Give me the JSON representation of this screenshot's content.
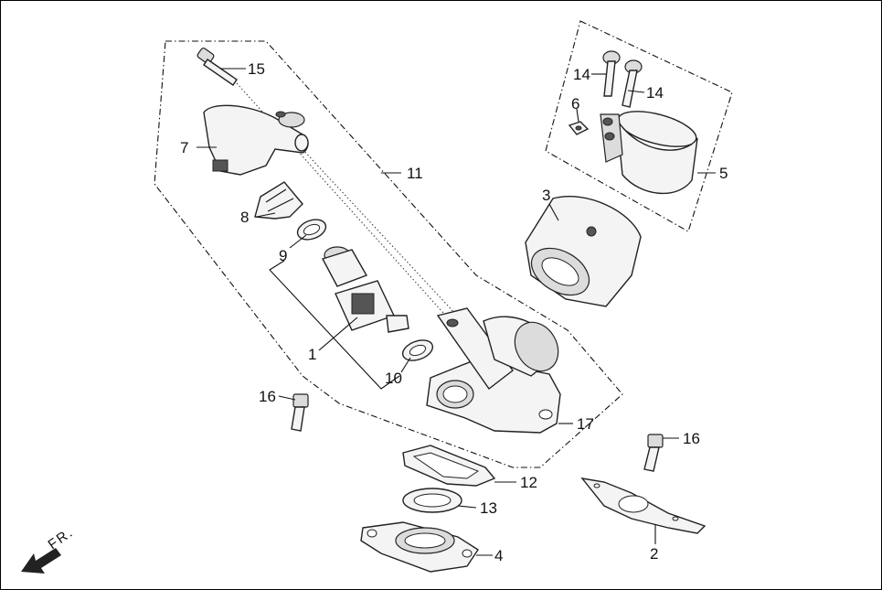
{
  "direction_label": "FR.",
  "callouts": [
    {
      "id": "1",
      "text": "1"
    },
    {
      "id": "2",
      "text": "2"
    },
    {
      "id": "3",
      "text": "3"
    },
    {
      "id": "4",
      "text": "4"
    },
    {
      "id": "5",
      "text": "5"
    },
    {
      "id": "6",
      "text": "6"
    },
    {
      "id": "7",
      "text": "7"
    },
    {
      "id": "8",
      "text": "8"
    },
    {
      "id": "9",
      "text": "9"
    },
    {
      "id": "10",
      "text": "10"
    },
    {
      "id": "11",
      "text": "11"
    },
    {
      "id": "12",
      "text": "12"
    },
    {
      "id": "13",
      "text": "13"
    },
    {
      "id": "14a",
      "text": "14"
    },
    {
      "id": "14b",
      "text": "14"
    },
    {
      "id": "15",
      "text": "15"
    },
    {
      "id": "16a",
      "text": "16"
    },
    {
      "id": "16b",
      "text": "16"
    },
    {
      "id": "17",
      "text": "17"
    }
  ]
}
